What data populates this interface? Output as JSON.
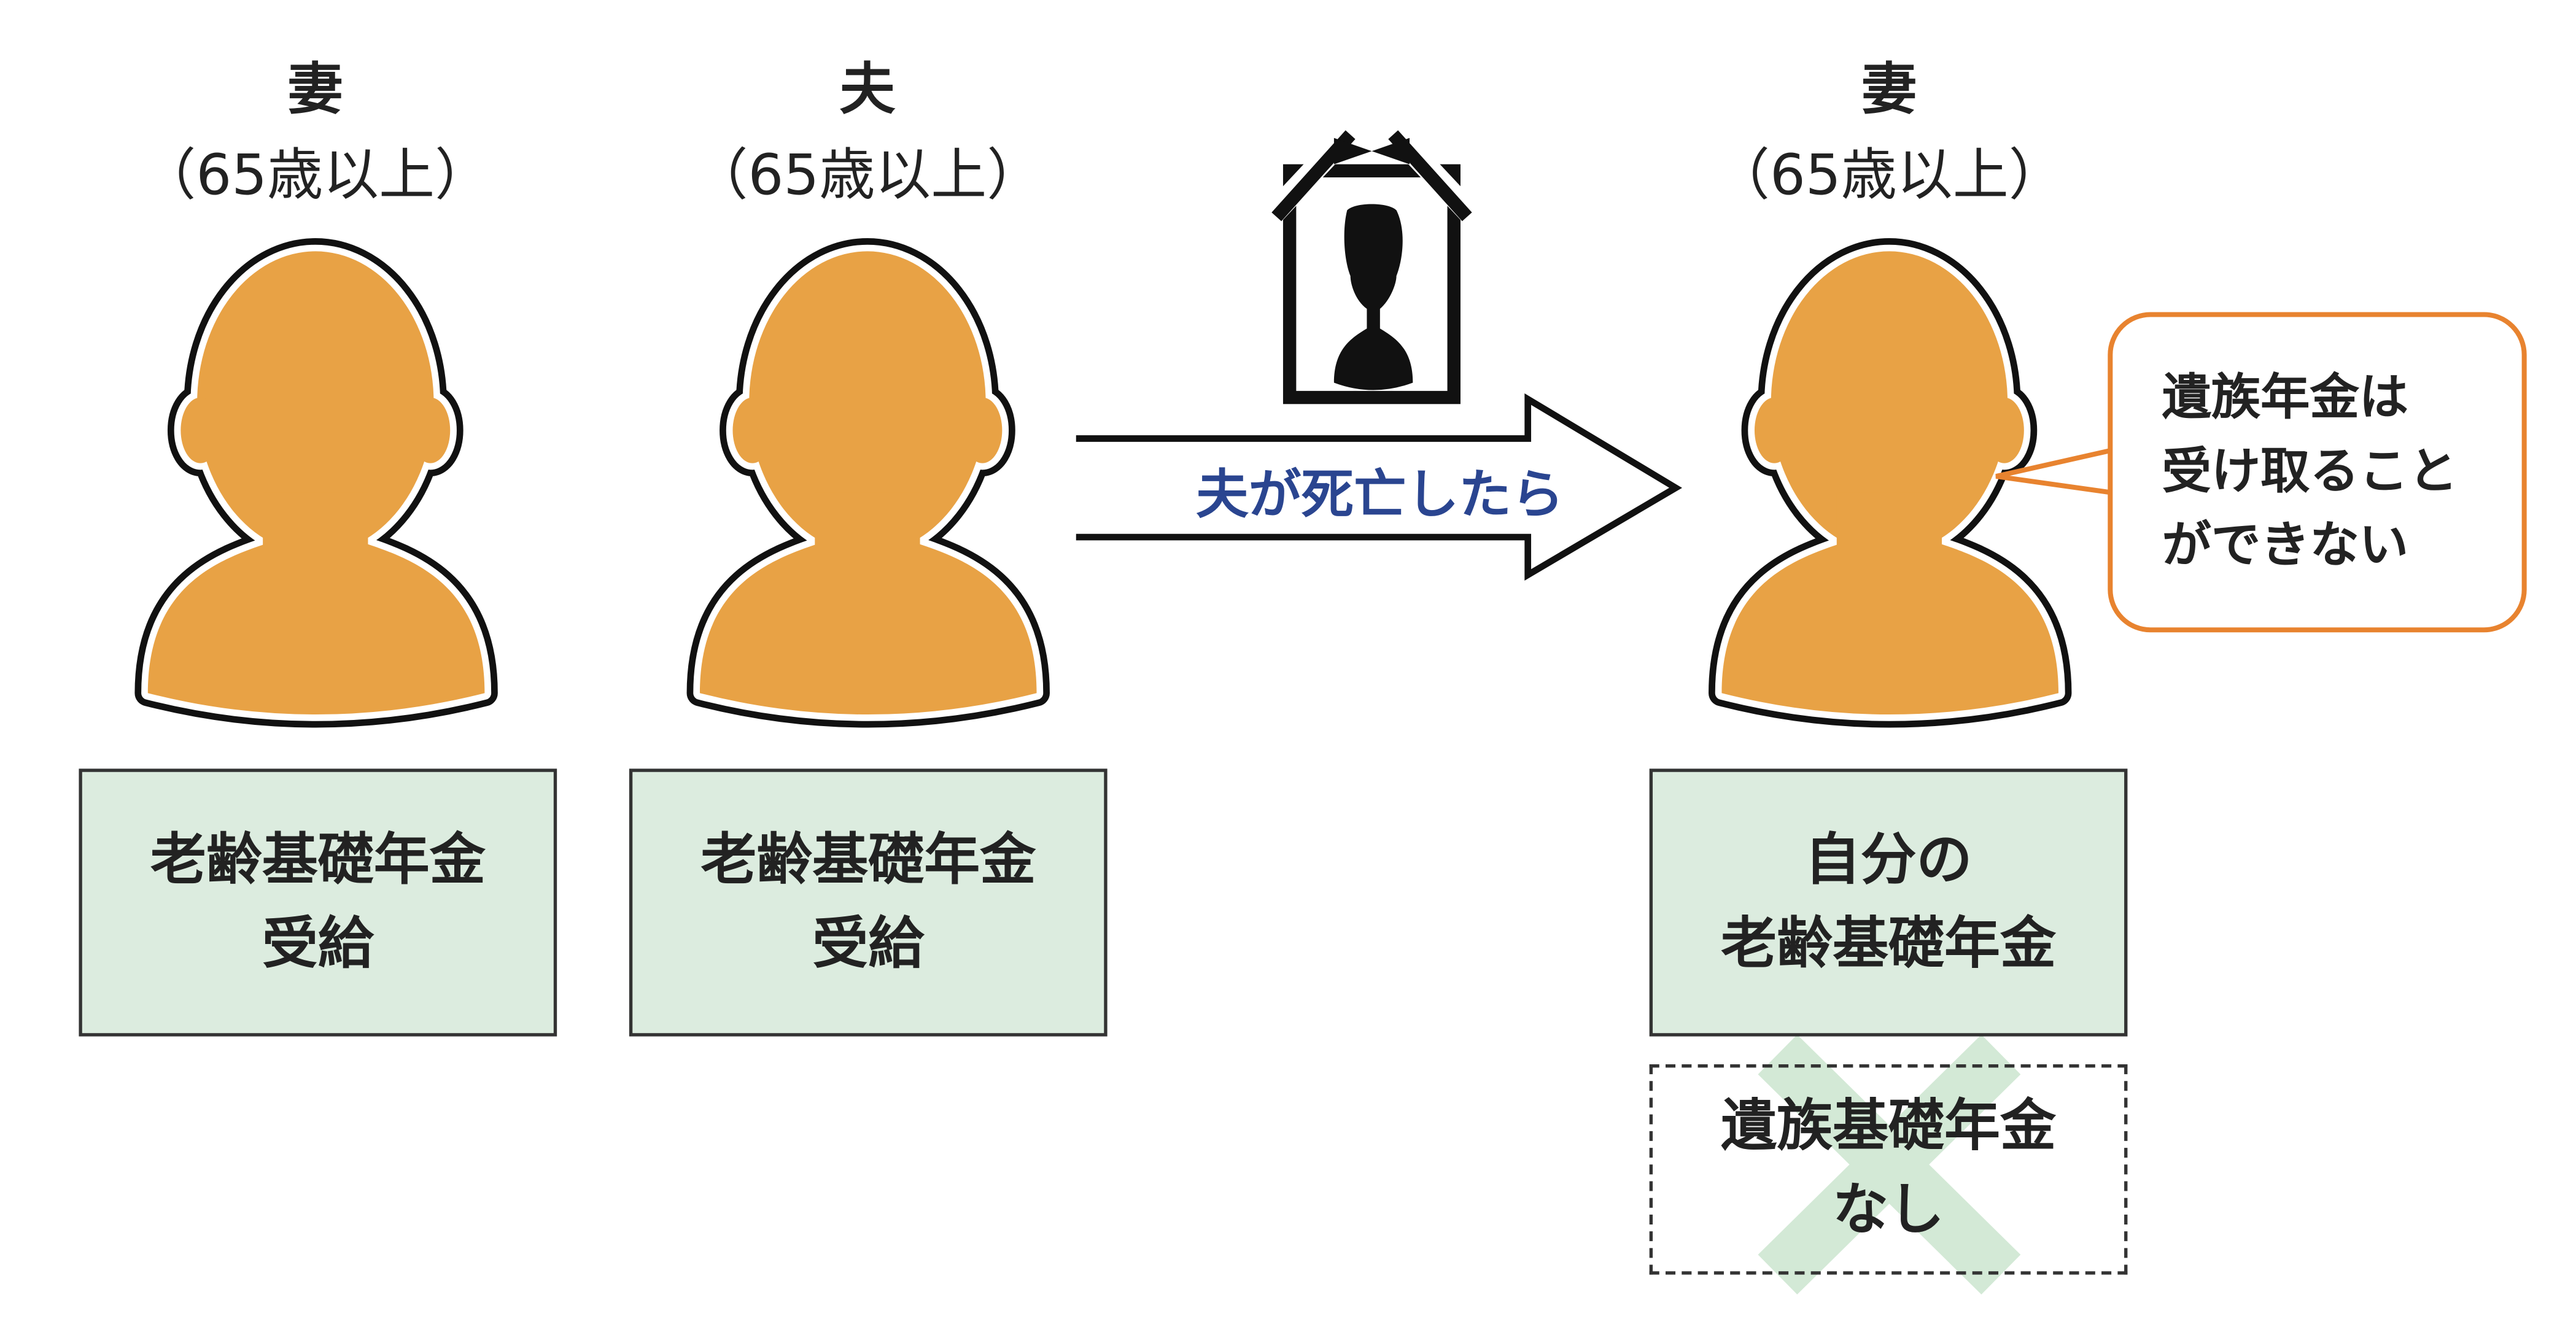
{
  "people": [
    {
      "role": "妻",
      "age": "（65歳以上）",
      "box_lines": [
        "老齢基礎年金",
        "受給"
      ]
    },
    {
      "role": "夫",
      "age": "（65歳以上）",
      "box_lines": [
        "老齢基礎年金",
        "受給"
      ]
    },
    {
      "role": "妻",
      "age": "（65歳以上）",
      "box_lines": [
        "自分の",
        "老齢基礎年金"
      ]
    }
  ],
  "arrow_label": "夫が死亡したら",
  "denied_box_lines": [
    "遺族基礎年金",
    "なし"
  ],
  "speech_bubble_lines": [
    "遺族年金は",
    "受け取ること",
    "ができない"
  ],
  "colors": {
    "person_fill": "#e8a245",
    "box_fill": "#dcecdf",
    "arrow_text": "#2a4590",
    "bubble_border": "#e8832f",
    "cross": "#d3e9d6"
  }
}
